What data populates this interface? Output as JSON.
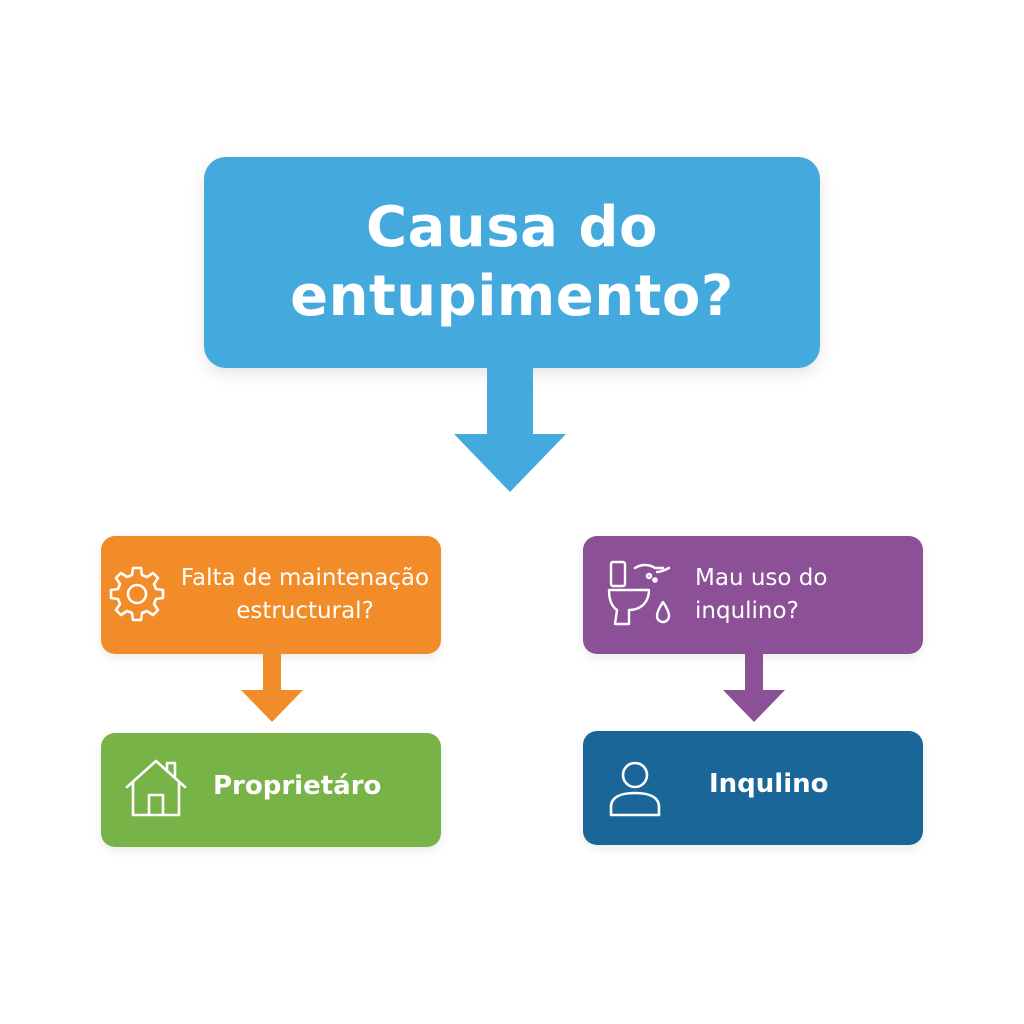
{
  "diagram": {
    "root": {
      "line1": "Causa do",
      "line2": "entupimento?",
      "color": "#44a9dd"
    },
    "left_question": {
      "line1": "Falta de maintenação",
      "line2": "estructural?",
      "icon": "gear-icon",
      "color": "#f28c28"
    },
    "right_question": {
      "line1": "Mau uso do",
      "line2": "inqulino?",
      "icon": "toilet-icon",
      "color": "#8c5096"
    },
    "left_result": {
      "label": "Proprietáro",
      "icon": "house-icon",
      "color": "#78b348"
    },
    "right_result": {
      "label": "Inqulino",
      "icon": "user-icon",
      "color": "#1a6698"
    }
  }
}
